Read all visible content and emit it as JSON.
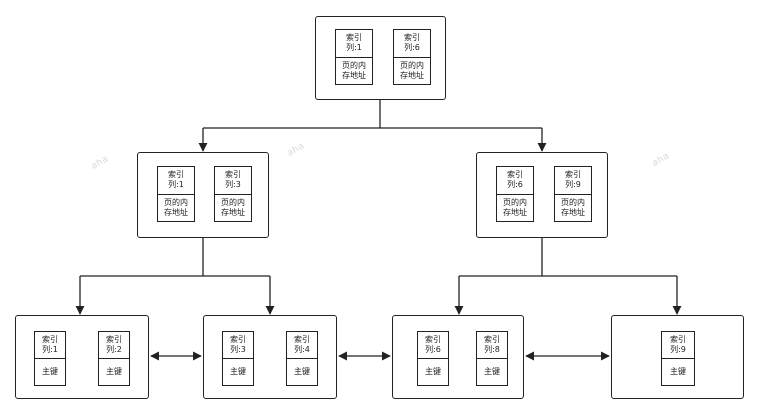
{
  "watermark": "aha",
  "root": {
    "keys": [
      {
        "key": "索引\n列:1",
        "value": "页的内\n存地址"
      },
      {
        "key": "索引\n列:6",
        "value": "页的内\n存地址"
      }
    ]
  },
  "internal": [
    {
      "keys": [
        {
          "key": "索引\n列:1",
          "value": "页的内\n存地址"
        },
        {
          "key": "索引\n列:3",
          "value": "页的内\n存地址"
        }
      ]
    },
    {
      "keys": [
        {
          "key": "索引\n列:6",
          "value": "页的内\n存地址"
        },
        {
          "key": "索引\n列:9",
          "value": "页的内\n存地址"
        }
      ]
    }
  ],
  "leaves": [
    {
      "keys": [
        {
          "key": "索引\n列:1",
          "value": "主键"
        },
        {
          "key": "索引\n列:2",
          "value": "主键"
        }
      ]
    },
    {
      "keys": [
        {
          "key": "索引\n列:3",
          "value": "主键"
        },
        {
          "key": "索引\n列:4",
          "value": "主键"
        }
      ]
    },
    {
      "keys": [
        {
          "key": "索引\n列:6",
          "value": "主键"
        },
        {
          "key": "索引\n列:8",
          "value": "主键"
        }
      ]
    },
    {
      "keys": [
        {
          "key": "索引\n列:9",
          "value": "主键"
        }
      ]
    }
  ]
}
